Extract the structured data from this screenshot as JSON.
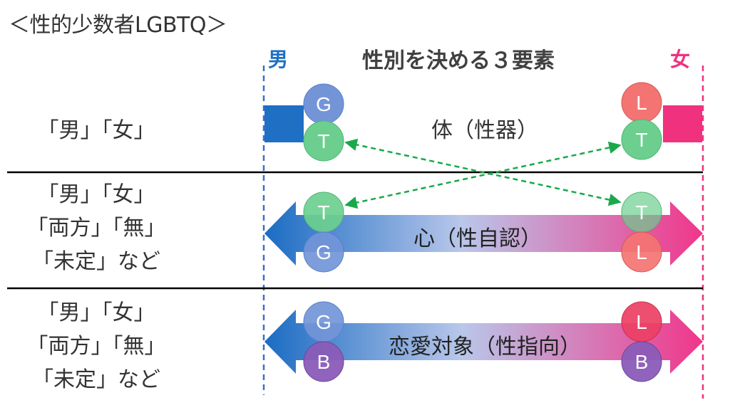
{
  "header": {
    "title": "＜性的少数者LGBTQ＞",
    "male": "男",
    "female": "女",
    "diagram_title": "性別を決める３要素"
  },
  "rows": [
    {
      "name": "body",
      "options": [
        "「男」「女」"
      ],
      "center": "体（性器）",
      "left_circles": [
        "G",
        "T"
      ],
      "right_circles": [
        "L",
        "T"
      ]
    },
    {
      "name": "identity",
      "options": [
        "「男」「女」",
        "「両方」「無」",
        "「未定」など"
      ],
      "center": "心（性自認）",
      "left_circles": [
        "T",
        "G"
      ],
      "right_circles": [
        "T",
        "L"
      ]
    },
    {
      "name": "orientation",
      "options": [
        "「男」「女」",
        "「両方」「無」",
        "「未定」など"
      ],
      "center": "恋愛対象（性指向）",
      "left_circles": [
        "G",
        "B"
      ],
      "right_circles": [
        "L",
        "B"
      ]
    }
  ],
  "colors": {
    "male": "#1f6fc5",
    "female": "#f0327e",
    "green": "#6ccf8f",
    "blue": "#7395d8",
    "red": "#f37472",
    "purple": "#8a5cb8",
    "dashed_arrow": "#19a84b"
  },
  "icons": {
    "male_bar": "solid-rectangle",
    "female_bar": "solid-rectangle",
    "gradient_arrow": "double-headed-arrow",
    "cross_arrows": "dashed-double-arrow"
  }
}
